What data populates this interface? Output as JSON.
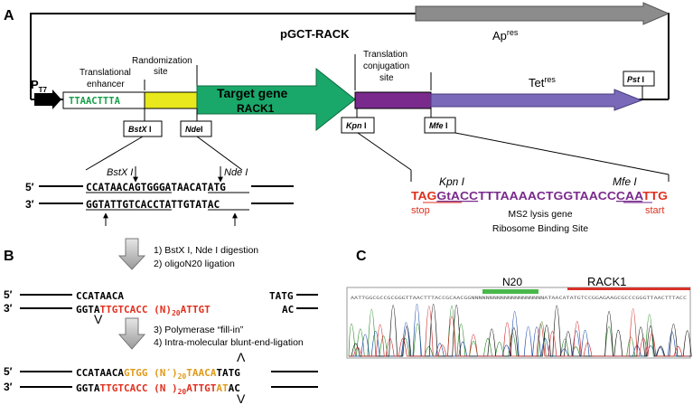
{
  "panels": {
    "a": "A",
    "b": "B",
    "c": "C"
  },
  "plasmid": {
    "name": "pGCT-RACK",
    "ap": {
      "base": "Ap",
      "sup": "res"
    },
    "tet": {
      "base": "Tet",
      "sup": "res"
    },
    "promoter": {
      "base": "P",
      "sub": "T7"
    },
    "enhancer_label": [
      "Translational",
      "enhancer"
    ],
    "enhancer_seq": "TTAACTTTA",
    "randomization_label": [
      "Randomization",
      "site"
    ],
    "target_label": [
      "Target gene",
      "RACK1"
    ],
    "conjugation_label": [
      "Translation",
      "conjugation",
      "site"
    ],
    "sites": {
      "bstx": {
        "name": "BstX",
        "suffix": " I"
      },
      "nde": {
        "name": "Nde",
        "suffix": "I"
      },
      "kpn": {
        "name": "Kpn",
        "suffix": " I"
      },
      "mfe": {
        "name": "Mfe",
        "suffix": " I"
      },
      "pst": {
        "name": "Pst",
        "suffix": " I"
      }
    }
  },
  "dna_a": {
    "p5": "5′",
    "p3": "3′",
    "bstx_label": "BstX I",
    "nde_label": "Nde I",
    "top_seq": "CCATAACAGTGGGATAACATATG",
    "bottom_seq": "GGTATTGTCACCTATTGTATAC"
  },
  "conj_seq": {
    "kpn_label": "Kpn I",
    "mfe_label": "Mfe I",
    "segments": [
      {
        "text": "TAG",
        "color": "#e0301e"
      },
      {
        "text": "GtACC",
        "color": "#7a2a8c"
      },
      {
        "text": "TTTAAAACTGGTAACC",
        "color": "#7a2a8c"
      },
      {
        "text": "CAA",
        "color": "#7a2a8c"
      },
      {
        "text": "TTG",
        "color": "#e0301e"
      }
    ],
    "stop": "stop",
    "start": "start",
    "ms2_caption": "MS2 lysis gene",
    "rbs_caption": "Ribosome Binding Site"
  },
  "steps": {
    "s1": "1) BstX I, Nde I digestion",
    "s2": "2) oligoN20 ligation",
    "s3": "3) Polymerase “fill-in”",
    "s4": "4) Intra-molecular blunt-end-ligation"
  },
  "dna_b1": {
    "p5": "5′",
    "p3": "3′",
    "top_left": "CCATAACA",
    "top_right": "TATG",
    "bottom_black": "GGTA",
    "bottom_red": "TTGTCACC (N)",
    "bottom_sub": "20",
    "bottom_red2": "ATTGT",
    "bottom_right": "AC"
  },
  "dna_b2": {
    "p5": "5′",
    "p3": "3′",
    "top_black": "CCATAACA",
    "top_orange": "GTGG (N′)",
    "top_sub": "20",
    "top_orange2": "TAACA",
    "top_end": "TATG",
    "bottom_black": "GGTA",
    "bottom_red": "TTGTCACC (N )",
    "bottom_sub": "20",
    "bottom_red2": "ATTGT",
    "bottom_orange": "AT",
    "bottom_end": "AC"
  },
  "trace": {
    "n20_label": "N20",
    "rack1_label": "RACK1",
    "header_seq": "AATTGGCGCCGCGGGTTAACTTTACCGCAACGGNNNNNNNNNNNNNNNNNNNNATAACATATGTCCGGAGAAGCGCCCGGGTTAACTTTACC"
  },
  "colors": {
    "enhancer_text": "#18a04a",
    "randomization": "#e8e81c",
    "target": "#1aa86a",
    "conjugation": "#7a2a8c",
    "tet": "#7a68b8",
    "ap": "#8c8c8c",
    "stop_start": "#e0301e",
    "oligo_red": "#e0301e",
    "oligo_orange": "#e09a1a",
    "n20_bar": "#49b84a",
    "rack1_bar": "#d9322a"
  }
}
